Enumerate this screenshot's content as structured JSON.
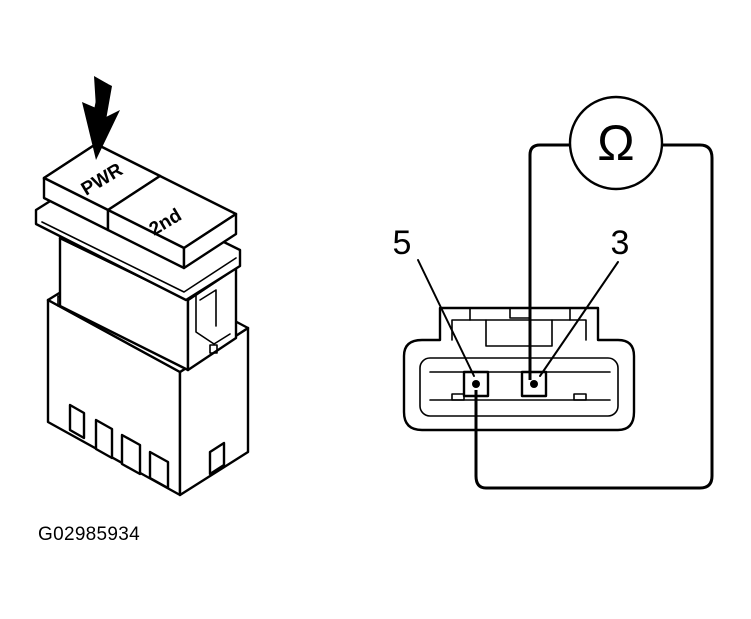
{
  "switch": {
    "button_top_label": "PWR",
    "button_bottom_label": "2nd"
  },
  "connector": {
    "terminal_left_label": "5",
    "terminal_right_label": "3"
  },
  "meter": {
    "symbol": "Ω"
  },
  "figure": {
    "id": "G02985934"
  }
}
